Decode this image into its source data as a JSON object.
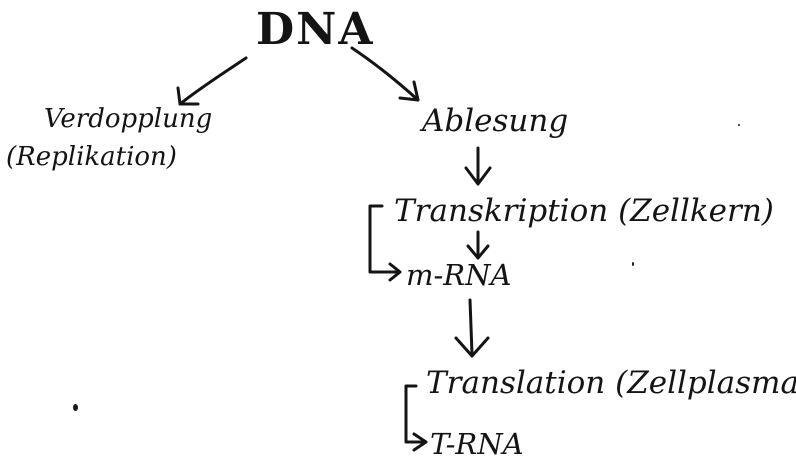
{
  "diagram": {
    "root": "DNA",
    "left_branch": {
      "line1": "Verdopplung",
      "line2": "(Replikation)"
    },
    "right_branch": {
      "step1": "Ablesung",
      "step2": "Transkription (Zellkern)",
      "step3": "m-RNA",
      "step4": "Translation (Zellplasma)",
      "step5": "T-RNA"
    }
  },
  "colors": {
    "ink": "#141414",
    "paper": "#ffffff"
  }
}
